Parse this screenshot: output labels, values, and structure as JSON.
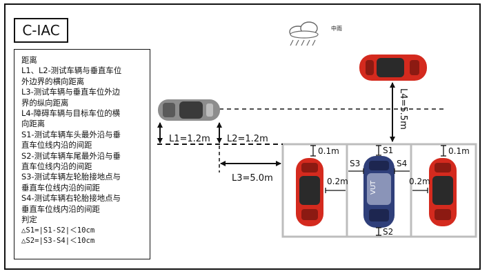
{
  "title": "C-IAC",
  "weather": {
    "icon": "rain-cloud-icon",
    "label": "中雨"
  },
  "legend": {
    "heading": "距离",
    "lines": [
      "L1、L2-测试车辆与垂直车位",
      "外边界的横向距离",
      "L3-测试车辆与垂直车位外边",
      "界的纵向距离",
      "L4-障碍车辆与目标车位的横",
      "向距离",
      "S1-测试车辆车头最外沿与垂",
      "直车位线内沿的间距",
      "S2-测试车辆车尾最外沿与垂",
      "直车位线内沿的间距",
      "S3-测试车辆左轮胎接地点与",
      "垂直车位线内沿的间距",
      "S4-测试车辆右轮胎接地点与",
      "垂直车位线内沿的间距"
    ],
    "judge_heading": "判定",
    "criteria": [
      "△S1=|S1-S2|＜10cm",
      "△S2=|S3-S4|＜10cm"
    ]
  },
  "labels": {
    "L1": "L1=1.2m",
    "L2": "L2=1.2m",
    "L3": "L3=5.0m",
    "L4": "L4=5.5m",
    "S1": "S1",
    "S2": "S2",
    "S3": "S3",
    "S4": "S4",
    "left_top_gap": "0.1m",
    "left_side_gap": "0.2m",
    "right_top_gap": "0.1m",
    "right_side_gap": "0.2m",
    "vut": "VUT"
  },
  "colors": {
    "obstacle_car": "#d42a1e",
    "test_car": "#2f3f7a",
    "approach_car": "#8d8d8d",
    "parking_line": "#bdbdbd"
  }
}
